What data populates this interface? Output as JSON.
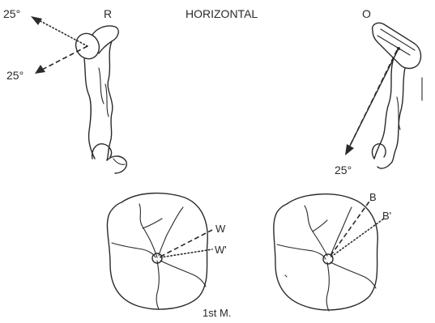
{
  "labels": {
    "title": "HORIZONTAL",
    "left_letter": "R",
    "right_letter": "O",
    "angle_left_top": "25°",
    "angle_left_bottom": "25°",
    "angle_right_bottom": "25°",
    "w": "W",
    "w_prime": "W'",
    "b": "B",
    "b_prime": "B'",
    "caption": "1st M."
  }
}
